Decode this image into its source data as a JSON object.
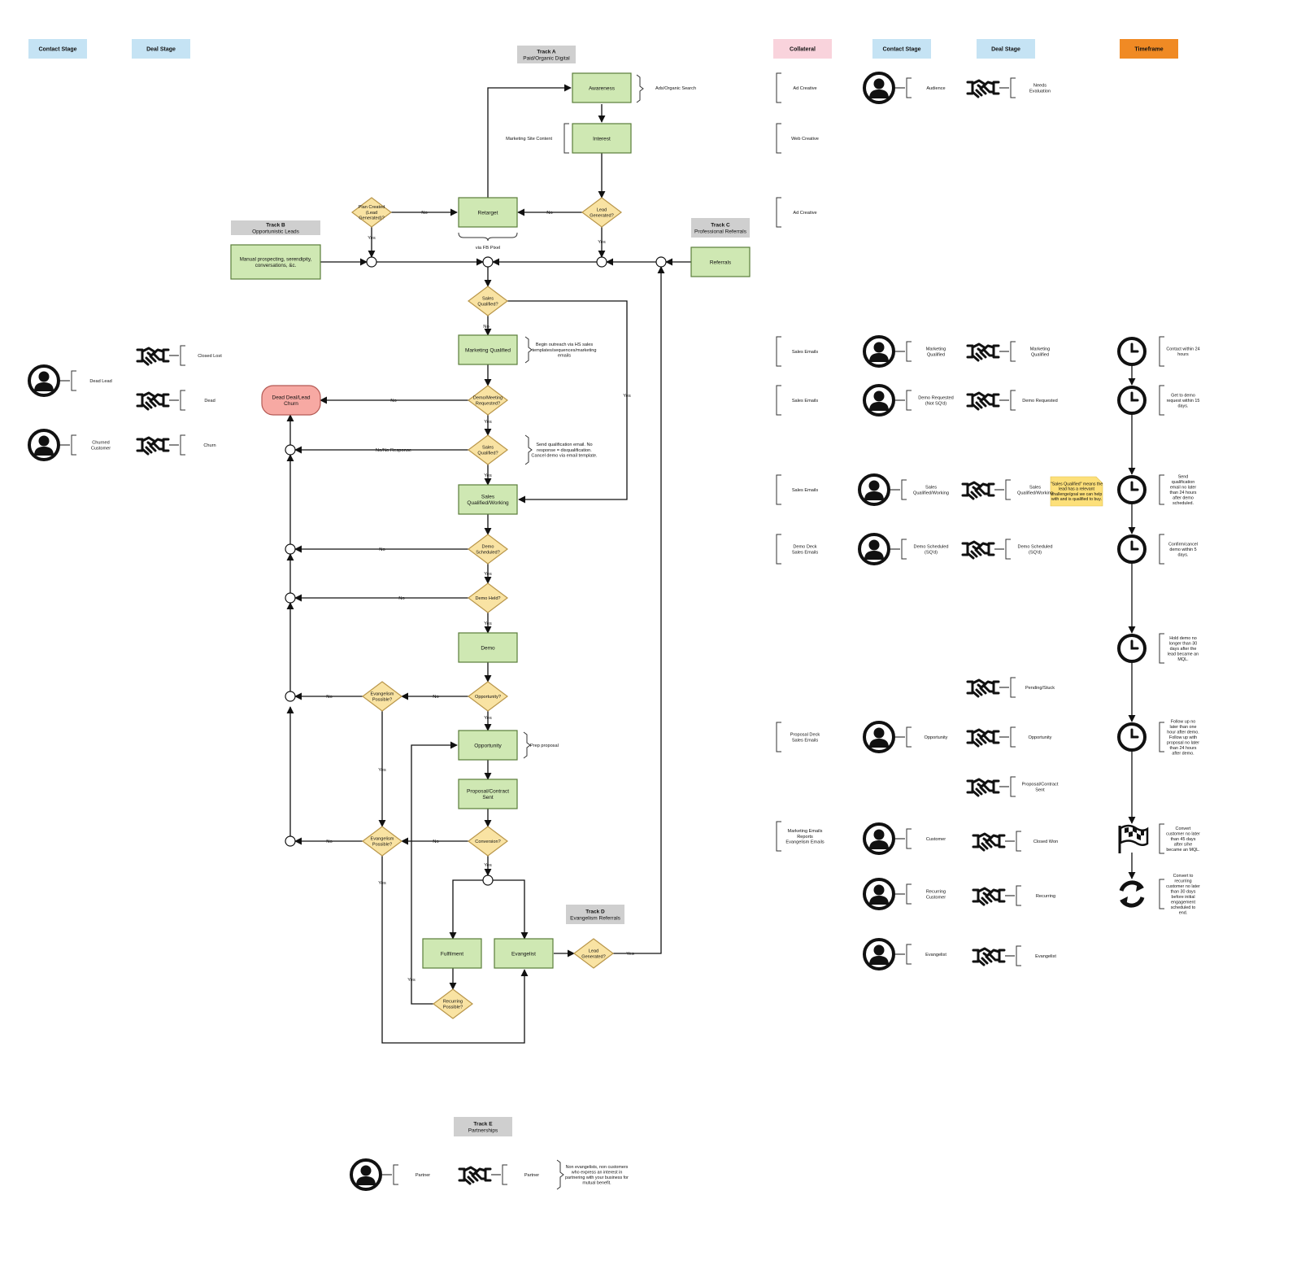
{
  "header_tags": {
    "left_contact": "Contact Stage",
    "left_deal": "Deal Stage",
    "collateral": "Collateral",
    "right_contact": "Contact Stage",
    "right_deal": "Deal Stage",
    "timeframe": "Timeframe"
  },
  "tracks": {
    "a": {
      "title": "Track A",
      "subtitle": "Paid/Organic Digital"
    },
    "b": {
      "title": "Track B",
      "subtitle": "Opportunistic Leads"
    },
    "c": {
      "title": "Track C",
      "subtitle": "Professional Referrals"
    },
    "d": {
      "title": "Track D",
      "subtitle": "Evangelism Referrals"
    },
    "e": {
      "title": "Track E",
      "subtitle": "Partnerships"
    }
  },
  "boxes": {
    "awareness": [
      "Awareness"
    ],
    "interest": [
      "Interest"
    ],
    "retarget": [
      "Retarget"
    ],
    "manual": [
      "Manual prospecting, serendipity,",
      "conversations, &c."
    ],
    "referrals": [
      "Referrals"
    ],
    "mql": [
      "Marketing Qualified"
    ],
    "sqw": [
      "Sales",
      "Qualified/Working"
    ],
    "demo": [
      "Demo"
    ],
    "opportunity": [
      "Opportunity"
    ],
    "proposal": [
      "Proposal/Contract",
      "Sent"
    ],
    "fulfilment": [
      "Fulfilment"
    ],
    "evangelist": [
      "Evangelist"
    ],
    "dead": [
      "Dead Deal/Lead",
      "Churn"
    ]
  },
  "decisions": {
    "plan_created": [
      "Plan Created",
      "(Lead",
      "Generated)?"
    ],
    "lead_generated": [
      "Lead",
      "Generated?"
    ],
    "sales_qualified_1": [
      "Sales",
      "Qualified?"
    ],
    "demo_requested": [
      "Demo/Meeting",
      "Requested?"
    ],
    "sales_qualified_2": [
      "Sales",
      "Qualified?"
    ],
    "demo_scheduled": [
      "Demo",
      "Scheduled?"
    ],
    "demo_held": [
      "Demo Held?"
    ],
    "opportunity_q": [
      "Opportunity?"
    ],
    "evangelism_1": [
      "Evangelism",
      "Possible?"
    ],
    "evangelism_2": [
      "Evangelism",
      "Possible?"
    ],
    "conversion": [
      "Conversion?"
    ],
    "recurring": [
      "Recurring",
      "Possible?"
    ],
    "lead_generated_d": [
      "Lead",
      "Generated?"
    ]
  },
  "edge_labels": {
    "yes": "Yes",
    "no": "No",
    "no_response": "No/No Response",
    "via_fb": "via FB Pixel"
  },
  "annotations": {
    "ads_search": [
      "Ads/Organic Search"
    ],
    "marketing_site": [
      "Marketing Site Content"
    ],
    "outreach": [
      "Begin outreach via HS sales",
      "templates/sequences/marketing",
      "emails"
    ],
    "qualification": [
      "Send qualification email. No",
      "response = disqualification.",
      "Cancel demo via email template."
    ],
    "prep_proposal": [
      "Prep proposal"
    ]
  },
  "left_stages": {
    "dead_lead": [
      "Dead Lead"
    ],
    "churned_customer": [
      "Churned",
      "Customer"
    ],
    "closed_lost": [
      "Closed Lost"
    ],
    "dead": [
      "Dead"
    ],
    "churn": [
      "Churn"
    ]
  },
  "collateral": {
    "ad1": [
      "Ad Creative"
    ],
    "web": [
      "Web Creative"
    ],
    "ad2": [
      "Ad Creative"
    ],
    "sales1": [
      "Sales Emails"
    ],
    "sales2": [
      "Sales Emails"
    ],
    "sales3": [
      "Sales Emails"
    ],
    "demo_deck": [
      "Demo Deck",
      "Sales Emails"
    ],
    "proposal_deck": [
      "Proposal Deck",
      "Sales Emails"
    ],
    "marketing": [
      "Marketing Emails",
      "Reports",
      "Evangelism Emails"
    ]
  },
  "contact_stages": {
    "audience": [
      "Audience"
    ],
    "mq": [
      "Marketing",
      "Qualified"
    ],
    "demo_req": [
      "Demo Requested",
      "(Not SQ'd)"
    ],
    "sqw": [
      "Sales",
      "Qualified/Working"
    ],
    "demo_sched": [
      "Demo Scheduled",
      "(SQ'd)"
    ],
    "opportunity": [
      "Opportunity"
    ],
    "customer": [
      "Customer"
    ],
    "recurring": [
      "Recurring",
      "Customer"
    ],
    "evangelist": [
      "Evangelist"
    ]
  },
  "deal_stages": {
    "needs_eval": [
      "Needs",
      "Evaluation"
    ],
    "mq": [
      "Marketing",
      "Qualified"
    ],
    "demo_req": [
      "Demo Requested"
    ],
    "sqw": [
      "Sales",
      "Qualified/Working"
    ],
    "demo_sched": [
      "Demo Scheduled",
      "(SQ'd)"
    ],
    "pending": [
      "Pending/Stuck"
    ],
    "opportunity": [
      "Opportunity"
    ],
    "proposal": [
      "Proposal/Contract",
      "Sent"
    ],
    "closed_won": [
      "Closed Won"
    ],
    "recurring": [
      "Recurring"
    ],
    "evangelist": [
      "Evangelist"
    ]
  },
  "sticky_note": [
    "\"Sales Qualified\" means the",
    "lead has a relevant",
    "challenge/goal we can help",
    "with and is qualified to buy."
  ],
  "timeframe": {
    "t1": [
      "Contact within 24",
      "hours"
    ],
    "t2": [
      "Get to demo",
      "request within 15",
      "days."
    ],
    "t3": [
      "Send",
      "qualification",
      "email no later",
      "than 24 hours",
      "after demo",
      "scheduled."
    ],
    "t4": [
      "Confirm/cancel",
      "demo within 5",
      "days."
    ],
    "t5": [
      "Hold demo no",
      "longer than 30",
      "days after the",
      "lead became an",
      "MQL."
    ],
    "t6": [
      "Follow up no",
      "later than one",
      "hour after demo.",
      "Follow up with",
      "proposal no later",
      "than 24 hours",
      "after demo."
    ],
    "t7": [
      "Convert",
      "customer no later",
      "than 45 days",
      "after s/he",
      "became an MQL."
    ],
    "t8": [
      "Convert to",
      "recurring",
      "customer no later",
      "than 30 days",
      "before initial",
      "engagement",
      "scheduled to",
      "end."
    ]
  },
  "partnerships": {
    "contact": [
      "Partner"
    ],
    "deal": [
      "Partner"
    ],
    "note": [
      "Non evangelists, non customers",
      "who express an interest in",
      "partnering with your business for",
      "mutual benefit."
    ]
  },
  "colors": {
    "box_green": "#cfe8b3",
    "box_green_stroke": "#5a7d3a",
    "decision_yellow": "#f9e3a3",
    "decision_stroke": "#b9964a",
    "dead_red": "#f7a9a3",
    "dead_stroke": "#b45a54",
    "tag_blue": "#c5e3f4",
    "tag_pink": "#f9d3dc",
    "tag_orange": "#f08a24",
    "tag_gray": "#cfcfcf",
    "sticky": "#fde07a"
  }
}
